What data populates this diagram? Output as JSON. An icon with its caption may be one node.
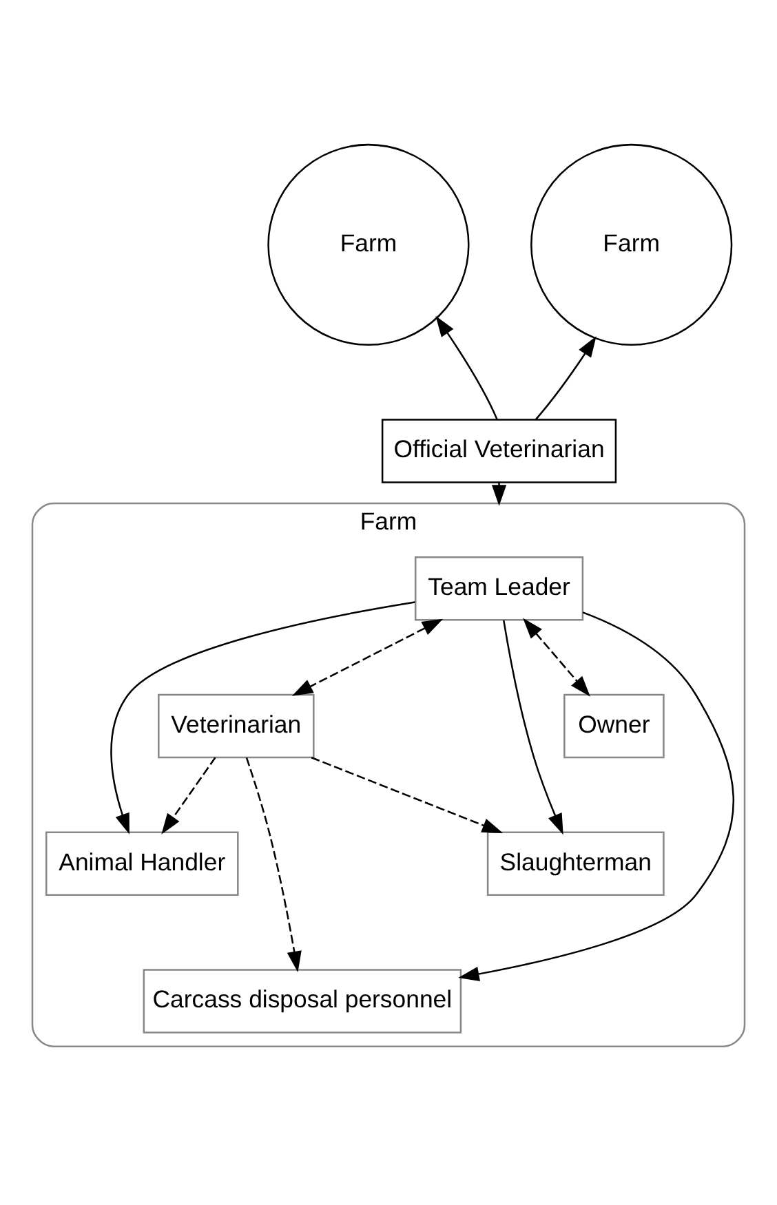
{
  "diagram": {
    "nodes": [
      {
        "text": [
          "Farm"
        ]
      },
      {
        "text": [
          "Farm"
        ]
      },
      {
        "text": [
          "Official Veterinarian"
        ]
      },
      {
        "text": [
          "Farm"
        ]
      },
      {
        "text": [
          "Team Leader"
        ],
        "in": 3
      },
      {
        "text": [
          "Veterinarian"
        ],
        "in": 3
      },
      {
        "text": [
          "Owner"
        ],
        "in": 3
      },
      {
        "text": [
          "Animal Handler"
        ],
        "in": 3
      },
      {
        "text": [
          "Slaughterman"
        ],
        "in": 3
      },
      {
        "text": [
          "Carcass disposal personnel"
        ],
        "in": 3
      }
    ],
    "edges": [
      {
        "from": 2,
        "to": 0,
        "arrow": "to"
      },
      {
        "from": 2,
        "to": 1,
        "arrow": "to"
      },
      {
        "from": 2,
        "to": 3,
        "arrow": "to"
      },
      {
        "from": 4,
        "to": 5,
        "arrow": "both",
        "style": "dashed"
      },
      {
        "from": 4,
        "to": 6,
        "arrow": "both",
        "style": "dashed"
      },
      {
        "from": 4,
        "to": 7,
        "arrow": "to"
      },
      {
        "from": 4,
        "to": 9,
        "arrow": "to"
      },
      {
        "from": 4,
        "to": 8,
        "arrow": "to"
      },
      {
        "from": 5,
        "to": 7,
        "arrow": "to",
        "style": "dashed"
      },
      {
        "from": 5,
        "to": 9,
        "arrow": "to",
        "style": "dashed"
      },
      {
        "from": 5,
        "to": 8,
        "arrow": "to",
        "style": "dashed"
      }
    ]
  }
}
